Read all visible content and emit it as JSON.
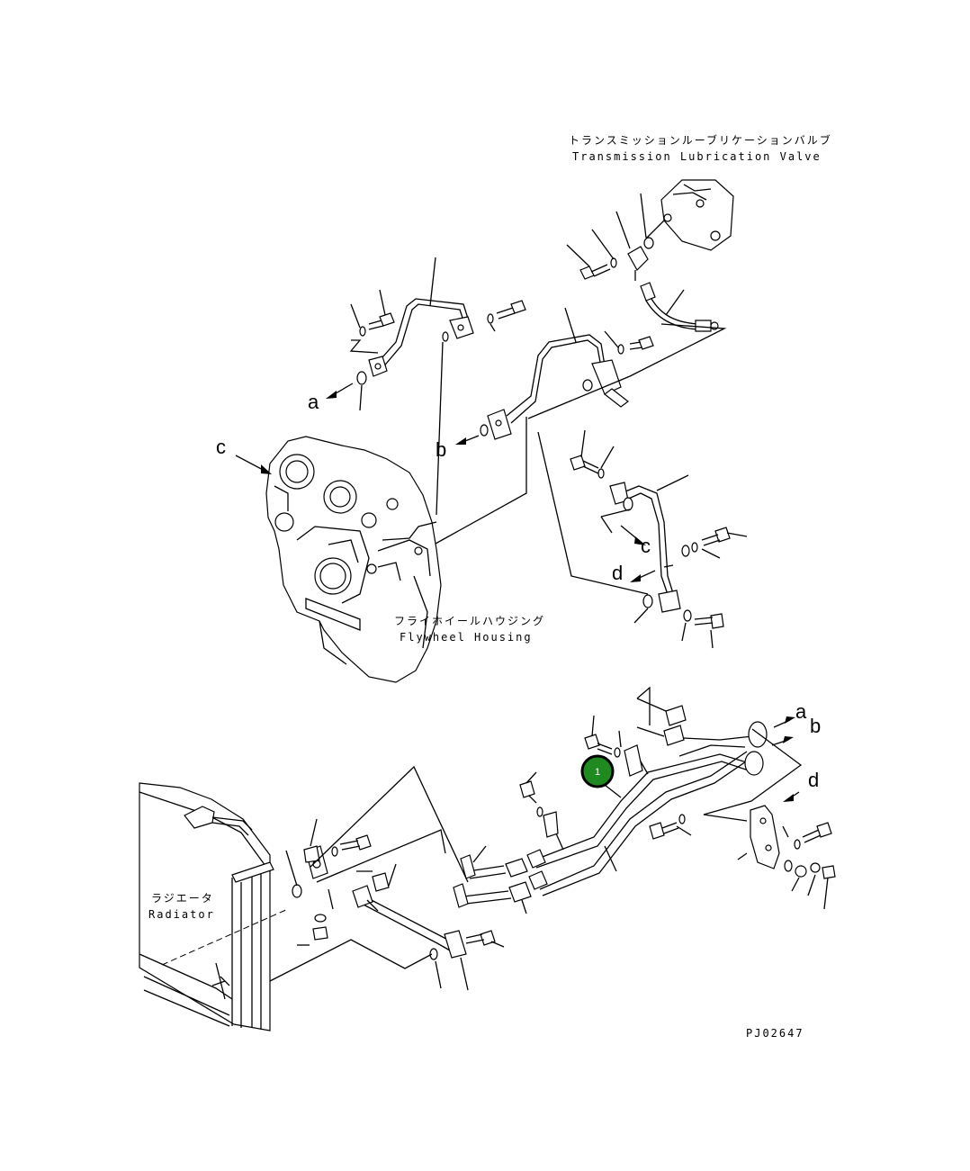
{
  "labels": {
    "transmission_jp": "トランスミッションルーブリケーションバルブ",
    "transmission_en": "Transmission Lubrication Valve",
    "flywheel_jp": "フライホイールハウジング",
    "flywheel_en": "Flywheel Housing",
    "radiator_jp": "ラジエータ",
    "radiator_en": "Radiator",
    "ref_a_upper": "a",
    "ref_b_upper": "b",
    "ref_c_upper": "c",
    "ref_c_mid": "c",
    "ref_d_mid": "d",
    "ref_a_lower": "a",
    "ref_b_lower": "b",
    "ref_d_lower": "d",
    "part_number": "1",
    "drawing_code": "PJ02647"
  },
  "colors": {
    "line": "#000000",
    "callout_fill": "#1f8a1f",
    "callout_border": "#000000"
  },
  "callout": {
    "part": "1",
    "highlighted": true
  }
}
